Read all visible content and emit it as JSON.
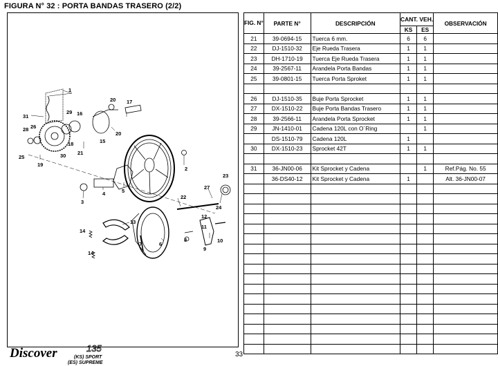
{
  "header": {
    "title": "FIGURA N° 32 : PORTA BANDAS TRASERO (2/2)"
  },
  "table": {
    "headers": {
      "fig": "FIG. N°",
      "parte": "PARTE N°",
      "descripcion": "DESCRIPCIÓN",
      "cant": "CANT. VEH.",
      "ks": "KS",
      "es": "ES",
      "observacion": "OBSERVACIÓN"
    },
    "rows": [
      {
        "fig": "21",
        "parte": "39-0694-15",
        "desc": "Tuerca 6 mm.",
        "ks": "6",
        "es": "6",
        "obs": ""
      },
      {
        "fig": "22",
        "parte": "DJ-1510-32",
        "desc": "Eje Rueda Trasera",
        "ks": "1",
        "es": "1",
        "obs": ""
      },
      {
        "fig": "23",
        "parte": "DH-1710-19",
        "desc": "Tuerca Eje Rueda Trasera",
        "ks": "1",
        "es": "1",
        "obs": ""
      },
      {
        "fig": "24",
        "parte": "39-2567-11",
        "desc": "Arandela Porta Bandas",
        "ks": "1",
        "es": "1",
        "obs": ""
      },
      {
        "fig": "25",
        "parte": "39-0801-15",
        "desc": "Tuerca Porta Sproket",
        "ks": "1",
        "es": "1",
        "obs": ""
      },
      {
        "fig": "",
        "parte": "",
        "desc": "",
        "ks": "",
        "es": "",
        "obs": ""
      },
      {
        "fig": "26",
        "parte": "DJ-1510-35",
        "desc": "Buje Porta Sprocket",
        "ks": "1",
        "es": "1",
        "obs": ""
      },
      {
        "fig": "27",
        "parte": "DX-1510-22",
        "desc": "Buje Porta Bandas Trasero",
        "ks": "1",
        "es": "1",
        "obs": ""
      },
      {
        "fig": "28",
        "parte": "39-2566-11",
        "desc": "Arandela Porta Sprocket",
        "ks": "1",
        "es": "1",
        "obs": ""
      },
      {
        "fig": "29",
        "parte": "JN-1410-01",
        "desc": "Cadena 120L con O´Ring",
        "ks": "",
        "es": "1",
        "obs": ""
      },
      {
        "fig": "",
        "parte": "DS-1510-79",
        "desc": "Cadena 120L",
        "ks": "1",
        "es": "",
        "obs": ""
      },
      {
        "fig": "30",
        "parte": "DX-1510-23",
        "desc": "Sprocket 42T",
        "ks": "1",
        "es": "1",
        "obs": ""
      },
      {
        "fig": "",
        "parte": "",
        "desc": "",
        "ks": "",
        "es": "",
        "obs": ""
      },
      {
        "fig": "31",
        "parte": "36-JN00-06",
        "desc": "Kit Sprocket y Cadena",
        "ks": "",
        "es": "1",
        "obs": "Ref.Pág. No. 55"
      },
      {
        "fig": "",
        "parte": "36-DS40-12",
        "desc": "Kit Sprocket y Cadena",
        "ks": "1",
        "es": "",
        "obs": "Alt. 36-JN00-07"
      },
      {
        "fig": "",
        "parte": "",
        "desc": "",
        "ks": "",
        "es": "",
        "obs": ""
      },
      {
        "fig": "",
        "parte": "",
        "desc": "",
        "ks": "",
        "es": "",
        "obs": ""
      },
      {
        "fig": "",
        "parte": "",
        "desc": "",
        "ks": "",
        "es": "",
        "obs": ""
      },
      {
        "fig": "",
        "parte": "",
        "desc": "",
        "ks": "",
        "es": "",
        "obs": ""
      },
      {
        "fig": "",
        "parte": "",
        "desc": "",
        "ks": "",
        "es": "",
        "obs": ""
      },
      {
        "fig": "",
        "parte": "",
        "desc": "",
        "ks": "",
        "es": "",
        "obs": ""
      },
      {
        "fig": "",
        "parte": "",
        "desc": "",
        "ks": "",
        "es": "",
        "obs": ""
      },
      {
        "fig": "",
        "parte": "",
        "desc": "",
        "ks": "",
        "es": "",
        "obs": ""
      },
      {
        "fig": "",
        "parte": "",
        "desc": "",
        "ks": "",
        "es": "",
        "obs": ""
      },
      {
        "fig": "",
        "parte": "",
        "desc": "",
        "ks": "",
        "es": "",
        "obs": ""
      },
      {
        "fig": "",
        "parte": "",
        "desc": "",
        "ks": "",
        "es": "",
        "obs": ""
      },
      {
        "fig": "",
        "parte": "",
        "desc": "",
        "ks": "",
        "es": "",
        "obs": ""
      },
      {
        "fig": "",
        "parte": "",
        "desc": "",
        "ks": "",
        "es": "",
        "obs": ""
      },
      {
        "fig": "",
        "parte": "",
        "desc": "",
        "ks": "",
        "es": "",
        "obs": ""
      },
      {
        "fig": "",
        "parte": "",
        "desc": "",
        "ks": "",
        "es": "",
        "obs": ""
      },
      {
        "fig": "",
        "parte": "",
        "desc": "",
        "ks": "",
        "es": "",
        "obs": ""
      },
      {
        "fig": "",
        "parte": "",
        "desc": "",
        "ks": "",
        "es": "",
        "obs": ""
      }
    ]
  },
  "diagram": {
    "callouts": [
      "1",
      "2",
      "3",
      "4",
      "5",
      "6",
      "7",
      "8",
      "9",
      "10",
      "11",
      "12",
      "13",
      "14",
      "14",
      "15",
      "16",
      "17",
      "18",
      "19",
      "20",
      "20",
      "21",
      "22",
      "23",
      "24",
      "25",
      "26",
      "27",
      "28",
      "29",
      "30",
      "31"
    ]
  },
  "footer": {
    "logo_text": "Discover",
    "logo_number": "135",
    "logo_line1": "(KS) SPORT",
    "logo_line2": "(ES) SUPREME",
    "page_number": "33"
  }
}
